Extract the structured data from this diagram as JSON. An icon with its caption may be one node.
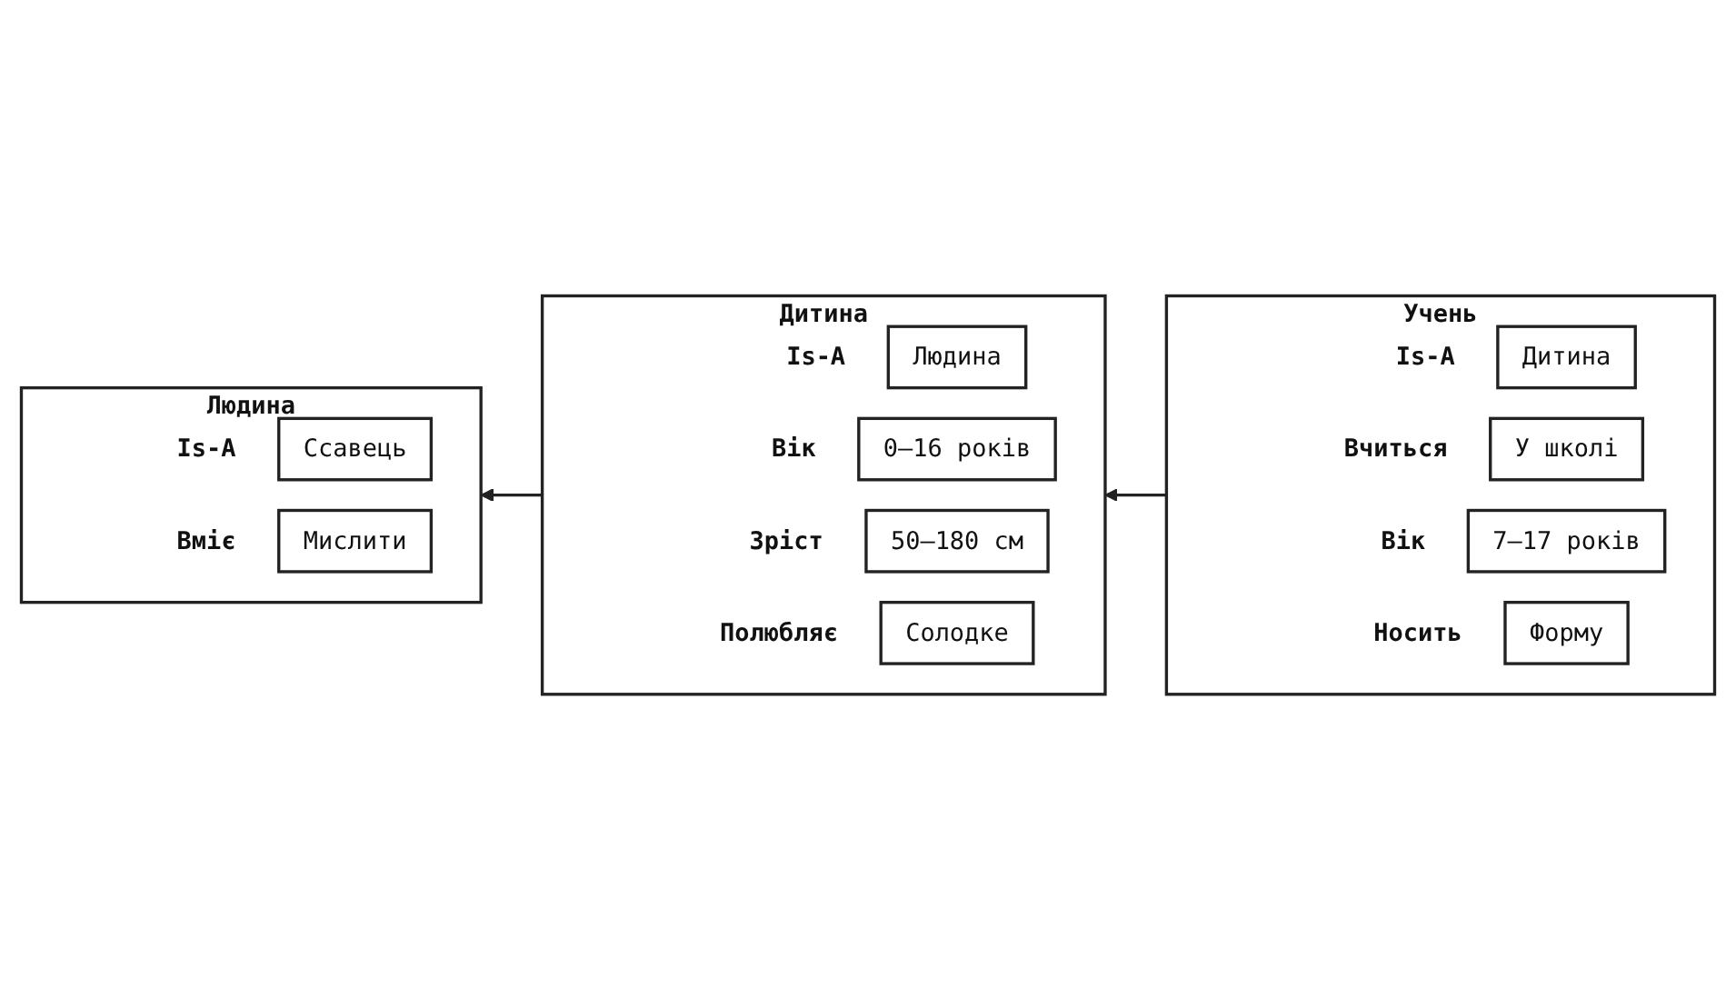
{
  "diagram": {
    "nodes": [
      {
        "text": [
          "Людина"
        ]
      },
      {
        "text": [
          "Ссавець"
        ],
        "in": 0,
        "beside": [
          "Is-A"
        ]
      },
      {
        "text": [
          "Мислити"
        ],
        "in": 0,
        "beside": [
          "Вміє"
        ]
      },
      {
        "text": [
          "Дитина"
        ]
      },
      {
        "text": [
          "Людина"
        ],
        "in": 3,
        "beside": [
          "Is-A"
        ]
      },
      {
        "text": [
          "0–16 років"
        ],
        "in": 3,
        "beside": [
          "Вік"
        ]
      },
      {
        "text": [
          "50–180 см"
        ],
        "in": 3,
        "beside": [
          "Зріст"
        ]
      },
      {
        "text": [
          "Солодке"
        ],
        "in": 3,
        "beside": [
          "Полюбляє"
        ]
      },
      {
        "text": [
          "Учень"
        ]
      },
      {
        "text": [
          "Дитина"
        ],
        "in": 8,
        "beside": [
          "Is-A"
        ]
      },
      {
        "text": [
          "У школі"
        ],
        "in": 8,
        "beside": [
          "Вчиться"
        ]
      },
      {
        "text": [
          "7–17 років"
        ],
        "in": 8,
        "beside": [
          "Вік"
        ]
      },
      {
        "text": [
          "Форму"
        ],
        "in": 8,
        "beside": [
          "Носить"
        ]
      }
    ],
    "edges": [
      {
        "from": 3,
        "to": 0,
        "arrow": "to"
      },
      {
        "from": 8,
        "to": 3,
        "arrow": "to"
      }
    ]
  }
}
